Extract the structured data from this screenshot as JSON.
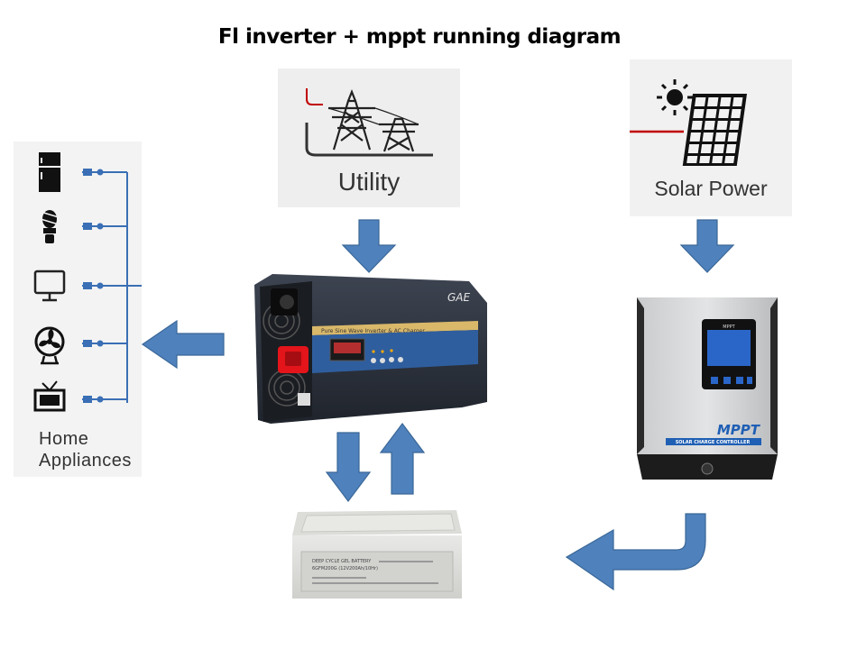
{
  "title": "Fl inverter + mppt running diagram",
  "utility": {
    "label": "Utility",
    "icon": "power-tower-icon"
  },
  "solar": {
    "label": "Solar Power",
    "icon": "solar-panel-icon"
  },
  "home": {
    "label_line1": "Home",
    "label_line2": "Appliances",
    "appliances": [
      "fridge-icon",
      "light-bulb-icon",
      "monitor-icon",
      "fan-icon",
      "tv-icon"
    ]
  },
  "inverter": {
    "brand_text": "GAE",
    "band_text": "Pure Sine Wave Inverter & AC Charger"
  },
  "controller": {
    "screen_title": "MPPT",
    "brand_text": "MPPT",
    "band_text": "SOLAR CHARGE CONTROLLER"
  },
  "battery": {
    "label_line1": "DEEP CYCLE GEL BATTERY",
    "label_line2": "6GFM200G (12V200Ah/10Hr)"
  },
  "colors": {
    "arrow": "#4f81bd",
    "arrow_stroke": "#3a6797",
    "wire": "#3a6fb5",
    "red_line": "#c00000"
  }
}
